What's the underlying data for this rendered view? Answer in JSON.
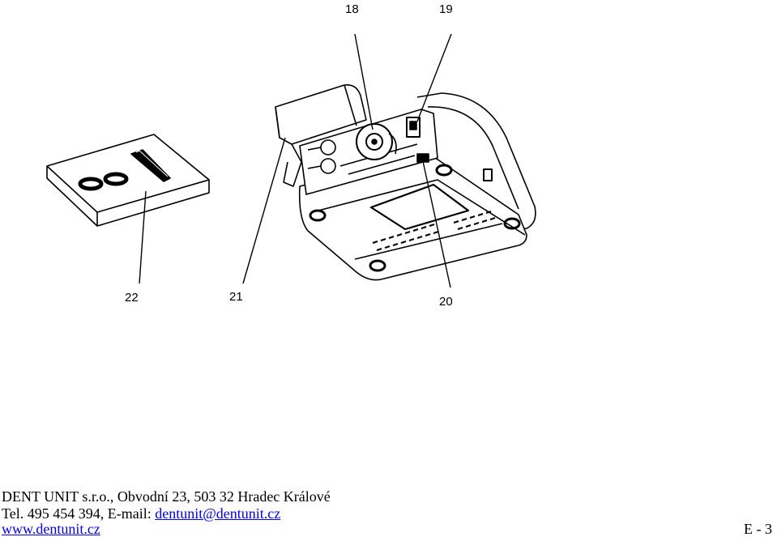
{
  "figure": {
    "callouts": [
      {
        "id": "18",
        "label": "18"
      },
      {
        "id": "19",
        "label": "19"
      },
      {
        "id": "20",
        "label": "20"
      },
      {
        "id": "21",
        "label": "21"
      },
      {
        "id": "22",
        "label": "22"
      }
    ]
  },
  "footer": {
    "line1": "DENT UNIT s.r.o., Obvodní 23, 503 32 Hradec Králové",
    "tel_prefix": "Tel. 495 454 394, E-mail: ",
    "email": "dentunit@dentunit.cz",
    "website": "www.dentunit.cz",
    "page_number": "E - 3"
  }
}
